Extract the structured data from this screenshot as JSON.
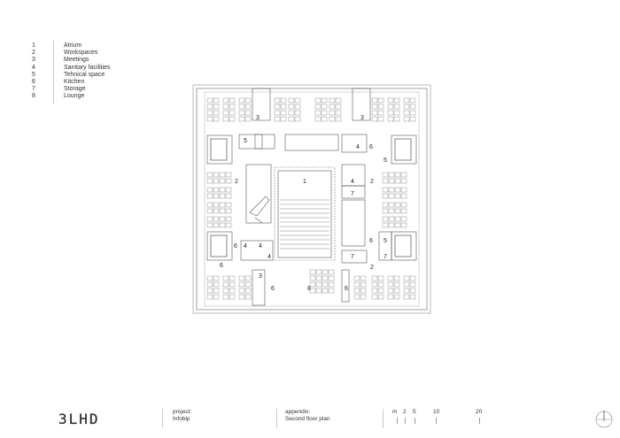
{
  "legend": [
    {
      "num": "1",
      "label": "Atrium"
    },
    {
      "num": "2",
      "label": "Workspaces"
    },
    {
      "num": "3",
      "label": "Meetings"
    },
    {
      "num": "4",
      "label": "Sanitary facilities"
    },
    {
      "num": "5",
      "label": "Tehnical space"
    },
    {
      "num": "6",
      "label": "Kitchen"
    },
    {
      "num": "7",
      "label": "Storage"
    },
    {
      "num": "8",
      "label": "Lounge"
    }
  ],
  "plan_labels": [
    "1",
    "2",
    "2",
    "2",
    "3",
    "3",
    "3",
    "4",
    "4",
    "4",
    "4",
    "4",
    "5",
    "5",
    "5",
    "6",
    "6",
    "6",
    "6",
    "6",
    "6",
    "7",
    "7",
    "7",
    "8"
  ],
  "footer": {
    "logo": "3LHD",
    "project_label": "project:",
    "project_value": "Infobip",
    "appendix_label": "appendix:",
    "appendix_value": "Second floor plan",
    "scale_unit": "m",
    "scale_ticks": [
      "2",
      "5",
      "10",
      "20"
    ]
  }
}
